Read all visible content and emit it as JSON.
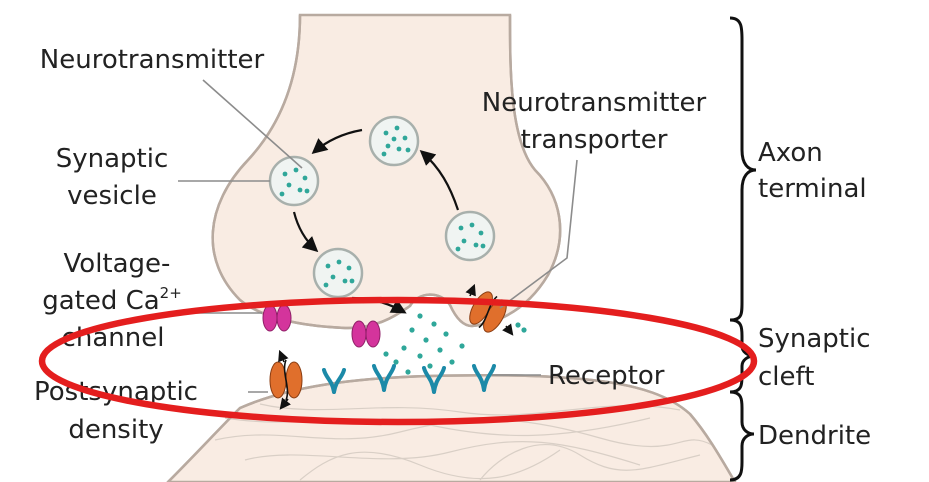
{
  "labels": {
    "neurotransmitter": "Neurotransmitter",
    "synaptic_vesicle": [
      "Synaptic",
      "vesicle"
    ],
    "voltage_gated_channel": {
      "line1": "Voltage-",
      "line2": "gated Ca",
      "superscript": "2+",
      "line3": "channel"
    },
    "postsynaptic_density": [
      "Postsynaptic",
      "density"
    ],
    "nt_transporter": [
      "Neurotransmitter",
      "transporter"
    ],
    "receptor": "Receptor",
    "axon_terminal": [
      "Axon",
      "terminal"
    ],
    "synaptic_cleft": [
      "Synaptic",
      "cleft"
    ],
    "dendrite": "Dendrite"
  },
  "colors": {
    "cell_fill": "#f9ece3",
    "cell_outline": "#b8aaa0",
    "vesicle_fill": "#f0f4f2",
    "vesicle_outline": "#a8b0ac",
    "neurotransmitter_dot": "#2fa79a",
    "calcium_channel": "#d4349c",
    "transporter": "#e06f2c",
    "receptor": "#1c8aa8",
    "label_text": "#222222",
    "leader_line": "#8c8c8c",
    "highlight_ellipse": "#e41e1e"
  }
}
